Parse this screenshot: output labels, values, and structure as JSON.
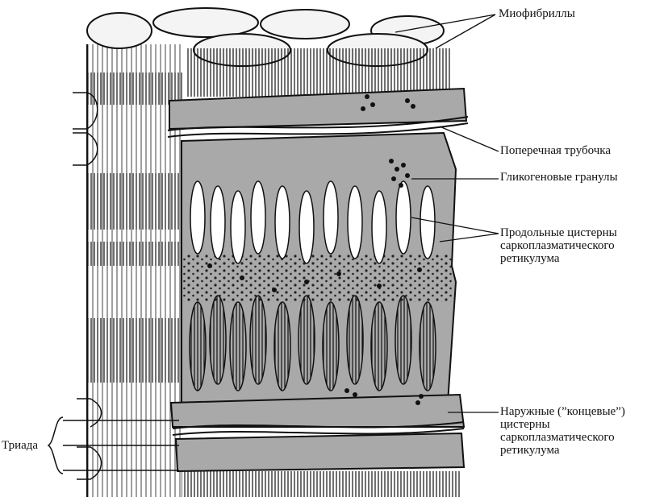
{
  "labels": {
    "myofibrils": "Миофибриллы",
    "t_tubule": "Поперечная трубочка",
    "glycogen": "Гликогеновые гранулы",
    "longitudinal": [
      "Продольные цистерны",
      "саркоплазматического",
      "ретикулума"
    ],
    "terminal": [
      "Наружные (”концевые”)",
      "цистерны",
      "саркоплазматического",
      "ретикулума"
    ],
    "triad": "Триада"
  },
  "colors": {
    "ink": "#111111",
    "reticulum_fill": "#a9a9a9",
    "background": "#ffffff",
    "myofibril_top": "#f4f4f4"
  }
}
